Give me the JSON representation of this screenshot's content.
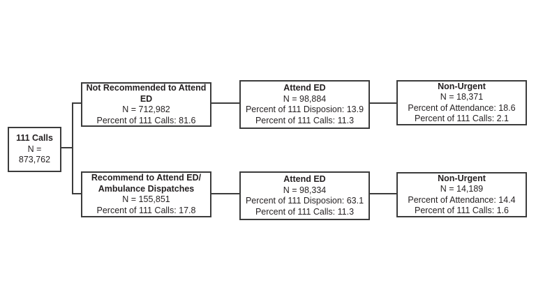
{
  "diagram": {
    "colors": {
      "border": "#3b3b3b",
      "text": "#231f20",
      "background": "#ffffff"
    },
    "boxes": {
      "root": {
        "title": "111 Calls",
        "line1": "N = 873,762"
      },
      "not_recommended": {
        "title": "Not Recommended to Attend ED",
        "line1": "N = 712,982",
        "line2": "Percent of 111 Calls: 81.6"
      },
      "attend_ed_top": {
        "title": "Attend ED",
        "line1": "N = 98,884",
        "line2": "Percent of 111 Disposion: 13.9",
        "line3": "Percent of 111 Calls: 11.3"
      },
      "non_urgent_top": {
        "title": "Non-Urgent",
        "line1": "N = 18,371",
        "line2": "Percent of Attendance: 18.6",
        "line3": "Percent of 111 Calls: 2.1"
      },
      "recommended": {
        "title": "Recommend to Attend ED/",
        "title2": "Ambulance Dispatches",
        "line1": "N = 155,851",
        "line2": "Percent of 111 Calls: 17.8"
      },
      "attend_ed_bottom": {
        "title": "Attend ED",
        "line1": "N = 98,334",
        "line2": "Percent of 111 Disposion: 63.1",
        "line3": "Percent of 111 Calls: 11.3"
      },
      "non_urgent_bottom": {
        "title": "Non-Urgent",
        "line1": "N = 14,189",
        "line2": "Percent of Attendance: 14.4",
        "line3": "Percent of 111 Calls: 1.6"
      }
    }
  }
}
